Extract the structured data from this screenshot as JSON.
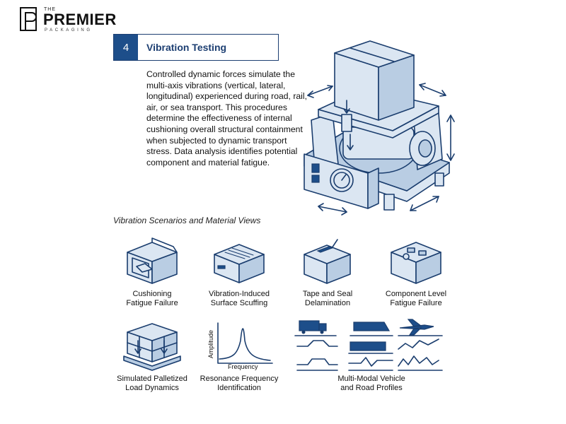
{
  "logo": {
    "the": "THE",
    "name": "PREMIER",
    "sub": "PACKAGING"
  },
  "header": {
    "number": "4",
    "title": "Vibration Testing"
  },
  "description": "Controlled dynamic forces simulate the multi-axis vibrations (vertical, lateral, longitudinal) experienced during road, rail, air, or sea transport. This procedures determine the effectiveness of internal cushioning overall structural containment when subjected to dynamic transport stress. Data analysis identifies potential component and material fatigue.",
  "section_title": "Vibration Scenarios and Material Views",
  "scenarios": [
    {
      "line1": "Cushioning",
      "line2": "Fatigue Failure",
      "icon": "cushion-box-icon"
    },
    {
      "line1": "Vibration-Induced",
      "line2": "Surface Scuffing",
      "icon": "scuffed-box-icon"
    },
    {
      "line1": "Tape and Seal",
      "line2": "Delamination",
      "icon": "tape-box-icon"
    },
    {
      "line1": "Component Level",
      "line2": "Fatigue Failure",
      "icon": "component-box-icon"
    },
    {
      "line1": "Simulated Palletized",
      "line2": "Load Dynamics",
      "icon": "pallet-icon"
    },
    {
      "line1": "Resonance Frequency",
      "line2": "Identification",
      "icon": "resonance-chart-icon"
    },
    {
      "line1": "Multi-Modal Vehicle",
      "line2": "and Road Profiles",
      "icon": "vehicle-profiles-icon"
    }
  ],
  "resonance": {
    "ylabel": "Amplitude",
    "xlabel": "Frequency"
  },
  "colors": {
    "primary": "#1d4e8a",
    "line": "#1a3d6e",
    "fill": "#dbe6f2"
  }
}
